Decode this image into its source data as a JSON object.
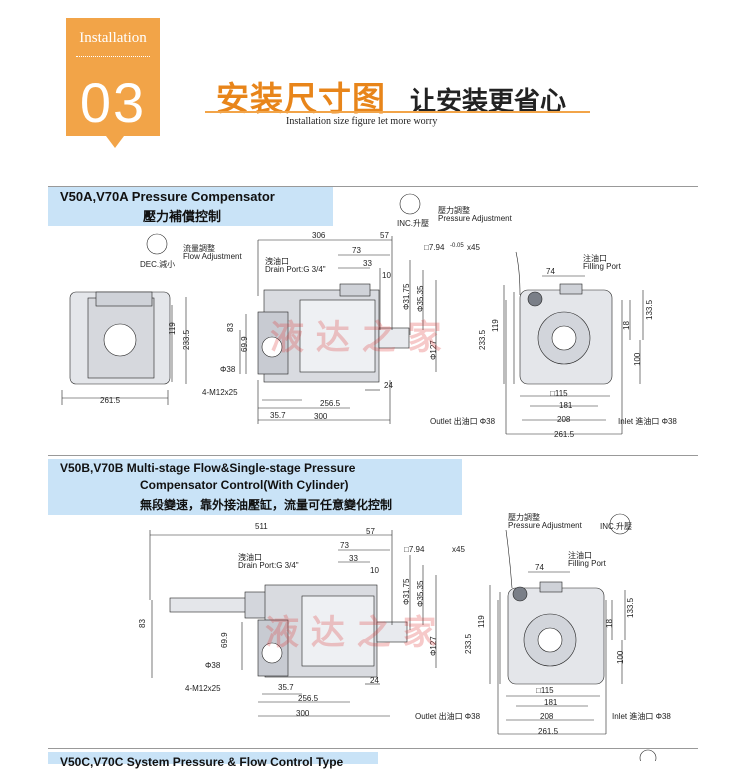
{
  "header": {
    "badge_label": "Installation",
    "badge_number": "03",
    "title_main": "安装尺寸图",
    "title_sub": "让安装更省心",
    "title_en": "Installation size figure let more worry"
  },
  "section1": {
    "heading_en": "V50A,V70A Pressure Compensator",
    "heading_cn": "壓力補償控制",
    "dec_label": "DEC.減小",
    "flow_adj_cn": "流量調整",
    "flow_adj_en": "Flow Adjustment",
    "inc_label": "INC.升壓",
    "press_adj_cn": "壓力調整",
    "press_adj_en": "Pressure Adjustment",
    "drain_cn": "洩油口",
    "drain_en": "Drain Port:G 3/4\"",
    "filling_cn": "注油口",
    "filling_en": "Filling Port",
    "outlet": "Outlet 出油口 Φ38",
    "inlet": "Inlet 進油口 Φ38",
    "key_label": "□7.94",
    "key_tol": "-0.05",
    "key_len": "x45",
    "phi38": "Φ38",
    "bolts": "4-M12x25",
    "shaft1": "Φ31.75",
    "shaft2": "Φ35.35",
    "shaft3": "Φ127",
    "d306": "306",
    "d57": "57",
    "d73": "73",
    "d33": "33",
    "d10": "10",
    "d74": "74",
    "d119": "119",
    "d233": "233.5",
    "d83": "83",
    "d699": "69.9",
    "d357": "35.7",
    "d2565": "256.5",
    "d300": "300",
    "d24": "24",
    "d2615": "261.5",
    "d1335": "133.5",
    "d18": "18",
    "d100": "100",
    "d115": "□115",
    "d181": "181",
    "d208": "208"
  },
  "section2": {
    "heading_en1": "V50B,V70B Multi-stage Flow&Single-stage Pressure",
    "heading_en2": "Compensator Control(With Cylinder)",
    "heading_cn": "無段變速，靠外接油壓缸，流量可任意變化控制",
    "press_adj_cn": "壓力調整",
    "press_adj_en": "Pressure Adjustment",
    "inc_label": "INC.升壓",
    "drain_cn": "洩油口",
    "drain_en": "Drain Port:G 3/4\"",
    "filling_cn": "注油口",
    "filling_en": "Filling Port",
    "outlet": "Outlet 出油口 Φ38",
    "inlet": "Inlet 進油口 Φ38",
    "key_label": "□7.94",
    "key_len": "x45",
    "phi38": "Φ38",
    "bolts": "4-M12x25",
    "d511": "511",
    "d57": "57",
    "d73": "73",
    "d33": "33",
    "d10": "10",
    "d74": "74",
    "d83": "83",
    "d699": "69.9",
    "d357": "35.7",
    "d2565": "256.5",
    "d300": "300",
    "d24": "24",
    "d2335": "233.5",
    "d119": "119",
    "d1335": "133.5",
    "d18": "18",
    "d100": "100",
    "d115": "□115",
    "d181": "181",
    "d208": "208",
    "d2615": "261.5",
    "shaft1": "Φ31.75",
    "shaft2": "Φ35.35",
    "shaft3": "Φ127"
  },
  "section3": {
    "heading_partial": "V50C,V70C System Pressure & Flow Control Type"
  },
  "watermark": {
    "text": "液 达 之 家"
  },
  "colors": {
    "accent": "#f2a448",
    "title_orange": "#e8851a",
    "section_band": "#c9e3f7",
    "pump_body": "#d9dbe0"
  }
}
